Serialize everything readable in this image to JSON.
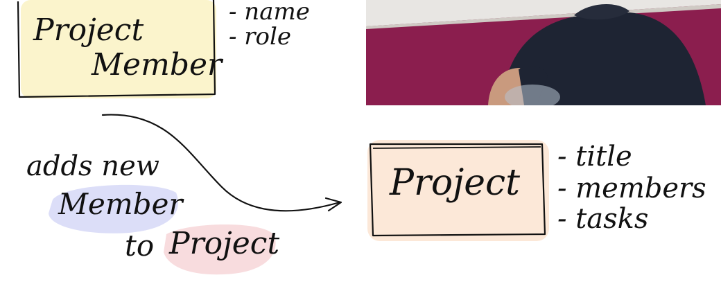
{
  "diagram": {
    "entities": [
      {
        "id": "project-member",
        "label_line1": "Project",
        "label_line2": "Member",
        "fill": "#FBF3C6",
        "fields": [
          "- name",
          "- role"
        ]
      },
      {
        "id": "project",
        "label": "Project",
        "fill": "#FCE7D6",
        "fields": [
          "- title",
          "- members",
          "- tasks"
        ]
      }
    ],
    "relation": {
      "line1": "adds new",
      "highlight_member": "Member",
      "highlight_member_color": "#DADCF8",
      "prefix_to": "to",
      "highlight_project": "Project",
      "highlight_project_color": "#F8DADC"
    },
    "colors": {
      "ink": "#111111",
      "video_wall": "#8B1E4E",
      "video_shirt": "#1E2433",
      "video_skin": "#C99A7E"
    }
  }
}
